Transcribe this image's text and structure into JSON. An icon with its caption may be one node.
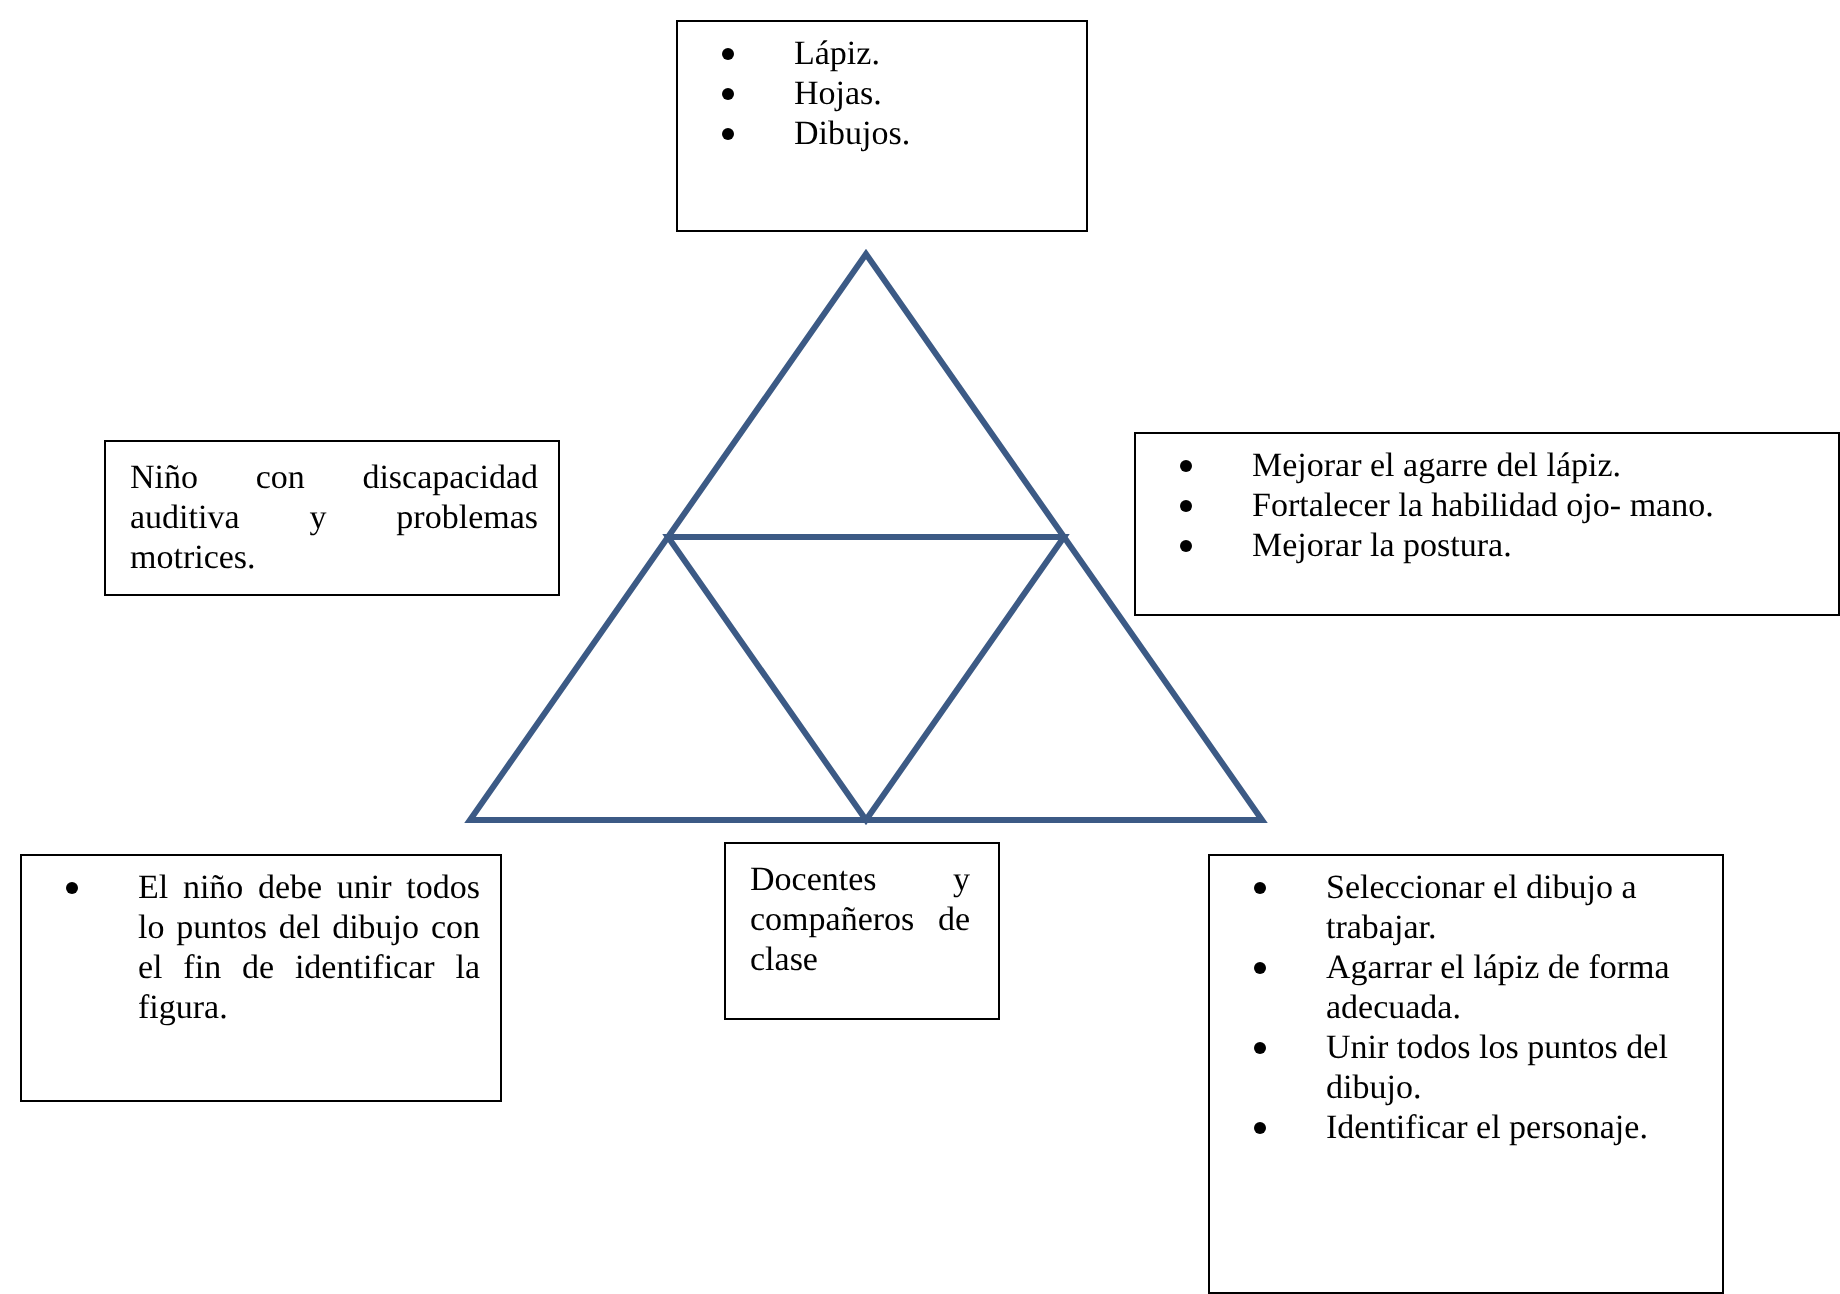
{
  "diagram": {
    "nodes": [
      {
        "text": [
          "Lápiz.",
          "Hojas.",
          "Dibujos."
        ]
      },
      {
        "text": [
          "Niño con discapacidad auditiva y problemas motrices."
        ]
      },
      {
        "text": [
          "Mejorar el agarre del lápiz.",
          "Fortalecer la habilidad ojo- mano.",
          "Mejorar la postura."
        ]
      },
      {
        "text": [
          "El niño debe unir todos lo puntos del dibujo con el fin de identificar la figura."
        ]
      },
      {
        "text": [
          "Docentes y compañeros de clase"
        ]
      },
      {
        "text": [
          "Seleccionar el dibujo a trabajar.",
          "Agarrar el lápiz de forma adecuada.",
          "Unir todos los puntos del dibujo.",
          "Identificar el personaje."
        ]
      }
    ]
  }
}
